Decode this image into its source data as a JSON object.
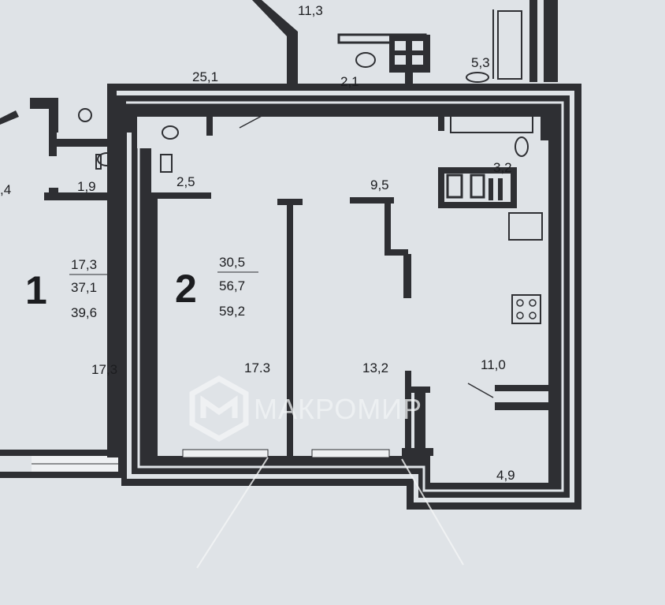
{
  "apartments": [
    {
      "number": "1",
      "living_area": "17,3",
      "total_area": "37,1",
      "area_with_balcony": "39,6"
    },
    {
      "number": "2",
      "living_area": "30,5",
      "total_area": "56,7",
      "area_with_balcony": "59,2"
    }
  ],
  "room_labels": {
    "top_center": "11,3",
    "corridor_neighbor": "25,1",
    "bath_neighbor_left": "2,1",
    "bath_neighbor_right": "5,3",
    "left_edge_partial": ",4",
    "apt1_bath": "1,9",
    "apt1_room": "17,3",
    "apt2_wc": "2,5",
    "apt2_hall": "9,5",
    "apt2_bath": "3,2",
    "apt2_room_left": "17.3",
    "apt2_room_right": "13,2",
    "apt2_kitchen": "11,0",
    "apt2_loggia": "4,9"
  },
  "watermark": {
    "brand": "МАКРОМИР",
    "logo_icon": "makromir-logo-icon"
  },
  "colors": {
    "paper": "#dfe3e7",
    "wall": "#2e2f33",
    "watermark": "#f2f4f6"
  }
}
